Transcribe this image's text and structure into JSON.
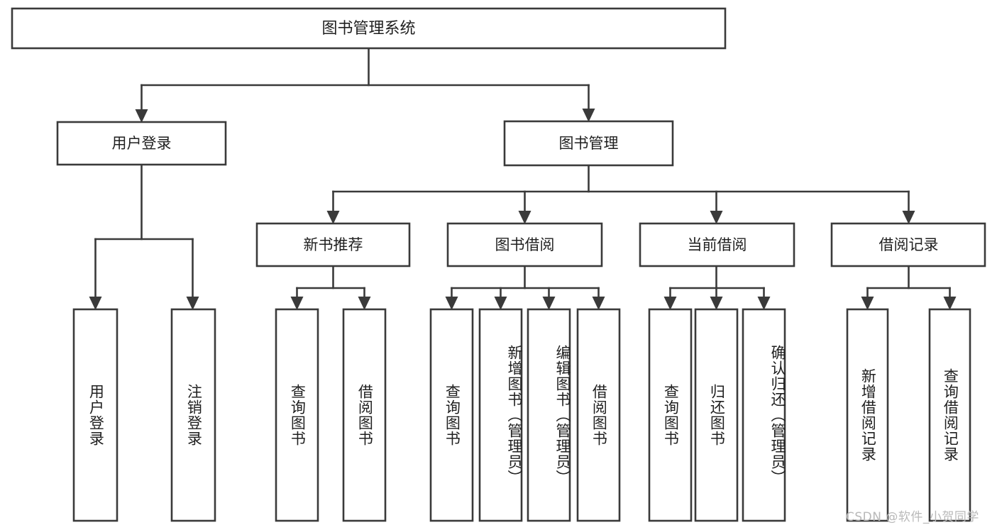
{
  "diagram": {
    "type": "tree",
    "title_node": {
      "id": "root",
      "label": "图书管理系统",
      "orientation": "horizontal"
    },
    "level1": [
      {
        "id": "user-login",
        "label": "用户登录",
        "orientation": "horizontal"
      },
      {
        "id": "book-manage",
        "label": "图书管理",
        "orientation": "horizontal"
      }
    ],
    "level2": [
      {
        "id": "new-book-recommend",
        "label": "新书推荐",
        "orientation": "horizontal",
        "parent": "book-manage"
      },
      {
        "id": "book-borrow",
        "label": "图书借阅",
        "orientation": "horizontal",
        "parent": "book-manage"
      },
      {
        "id": "current-borrow",
        "label": "当前借阅",
        "orientation": "horizontal",
        "parent": "book-manage"
      },
      {
        "id": "borrow-record",
        "label": "借阅记录",
        "orientation": "horizontal",
        "parent": "book-manage"
      }
    ],
    "leaves": [
      {
        "id": "leaf-user-login",
        "label": "用户登录",
        "parent": "user-login",
        "orientation": "vertical"
      },
      {
        "id": "leaf-logout",
        "label": "注销登录",
        "parent": "user-login",
        "orientation": "vertical"
      },
      {
        "id": "leaf-query-book-1",
        "label": "查询图书",
        "parent": "new-book-recommend",
        "orientation": "vertical"
      },
      {
        "id": "leaf-borrow-book-1",
        "label": "借阅图书",
        "parent": "new-book-recommend",
        "orientation": "vertical"
      },
      {
        "id": "leaf-query-book-2",
        "label": "查询图书",
        "parent": "book-borrow",
        "orientation": "vertical"
      },
      {
        "id": "leaf-add-book",
        "label": "新增图书（管理员）",
        "parent": "book-borrow",
        "orientation": "vertical"
      },
      {
        "id": "leaf-edit-book",
        "label": "编辑图书（管理员）",
        "parent": "book-borrow",
        "orientation": "vertical"
      },
      {
        "id": "leaf-borrow-book-2",
        "label": "借阅图书",
        "parent": "book-borrow",
        "orientation": "vertical"
      },
      {
        "id": "leaf-query-book-3",
        "label": "查询图书",
        "parent": "current-borrow",
        "orientation": "vertical"
      },
      {
        "id": "leaf-return-book",
        "label": "归还图书",
        "parent": "current-borrow",
        "orientation": "vertical"
      },
      {
        "id": "leaf-confirm-return",
        "label": "确认归还（管理员）",
        "parent": "current-borrow",
        "orientation": "vertical"
      },
      {
        "id": "leaf-add-record",
        "label": "新增借阅记录",
        "parent": "borrow-record",
        "orientation": "vertical"
      },
      {
        "id": "leaf-query-record",
        "label": "查询借阅记录",
        "parent": "borrow-record",
        "orientation": "vertical"
      }
    ],
    "colors": {
      "stroke": "#3a3a3a",
      "fill": "#ffffff",
      "text": "#1f1f1f",
      "watermark": "#b9b9b9",
      "background": "#ffffff"
    }
  },
  "watermark": {
    "text": "CSDN @软件_小贺同学"
  }
}
